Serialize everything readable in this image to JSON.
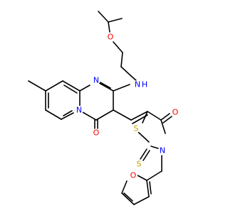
{
  "atoms": [
    {
      "id": "O_ether",
      "label": "O",
      "color": "#ff0000"
    },
    {
      "id": "N_amine",
      "label": "N",
      "color": "#0000ff"
    },
    {
      "id": "NH_amine",
      "label": "H",
      "color": "#0000ff"
    },
    {
      "id": "N_ring_top",
      "label": "N",
      "color": "#0000ff"
    },
    {
      "id": "N_ring_bridge",
      "label": "N",
      "color": "#0000ff"
    },
    {
      "id": "O_pyrimidinone",
      "label": "O",
      "color": "#ff0000"
    },
    {
      "id": "O_thiazolidinone",
      "label": "O",
      "color": "#ff0000"
    },
    {
      "id": "S_ring",
      "label": "S",
      "color": "#c8a000"
    },
    {
      "id": "N_thiazolidine",
      "label": "N",
      "color": "#0000ff"
    },
    {
      "id": "S_thione",
      "label": "S",
      "color": "#c8a000"
    },
    {
      "id": "O_furan",
      "label": "O",
      "color": "#ff0000"
    }
  ],
  "colors": {
    "bond": "#000000",
    "oxygen": "#ff0000",
    "nitrogen": "#0000ff",
    "sulfur": "#c8a000",
    "background": "#ffffff"
  }
}
